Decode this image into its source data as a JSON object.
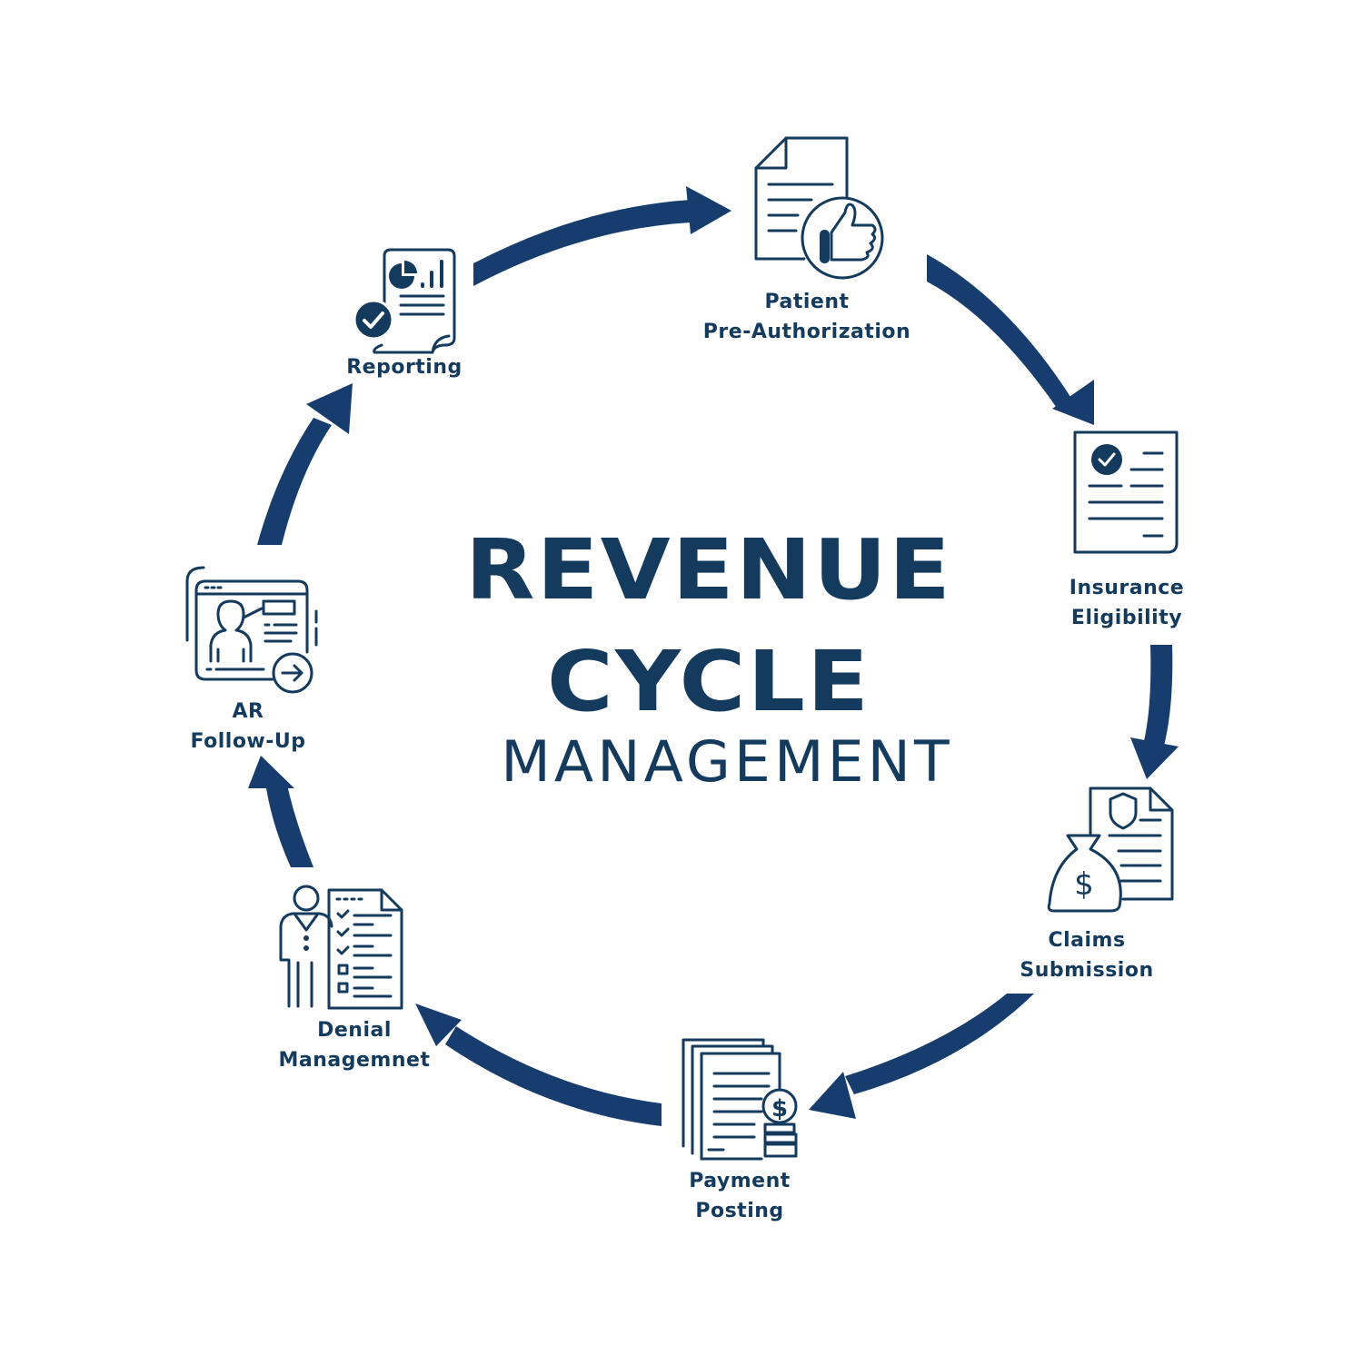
{
  "diagram": {
    "type": "cycle",
    "title": {
      "line1": "REVENUE",
      "line2": "CYCLE",
      "line3": "MANAGEMENT"
    },
    "colors": {
      "primary": "#143a5e",
      "arrow": "#173d6e",
      "background": "#ffffff"
    },
    "steps": [
      {
        "id": "patient-pre-authorization",
        "icon": "document-thumbs-up-icon",
        "label_line1": "Patient",
        "label_line2": "Pre-Authorization"
      },
      {
        "id": "insurance-eligibility",
        "icon": "document-checkmark-icon",
        "label_line1": "Insurance",
        "label_line2": "Eligibility"
      },
      {
        "id": "claims-submission",
        "icon": "money-bag-shield-document-icon",
        "label_line1": "Claims",
        "label_line2": "Submission"
      },
      {
        "id": "payment-posting",
        "icon": "documents-coins-icon",
        "label_line1": "Payment",
        "label_line2": "Posting"
      },
      {
        "id": "denial-management",
        "icon": "person-checklist-icon",
        "label_line1": "Denial",
        "label_line2": "Managemnet"
      },
      {
        "id": "ar-follow-up",
        "icon": "browser-profile-arrow-icon",
        "label_line1": "AR",
        "label_line2": "Follow-Up"
      },
      {
        "id": "reporting",
        "icon": "report-chart-check-icon",
        "label_line1": "Reporting",
        "label_line2": ""
      }
    ],
    "flow": [
      [
        "reporting",
        "patient-pre-authorization"
      ],
      [
        "patient-pre-authorization",
        "insurance-eligibility"
      ],
      [
        "insurance-eligibility",
        "claims-submission"
      ],
      [
        "claims-submission",
        "payment-posting"
      ],
      [
        "payment-posting",
        "denial-management"
      ],
      [
        "denial-management",
        "ar-follow-up"
      ],
      [
        "ar-follow-up",
        "reporting"
      ]
    ]
  }
}
